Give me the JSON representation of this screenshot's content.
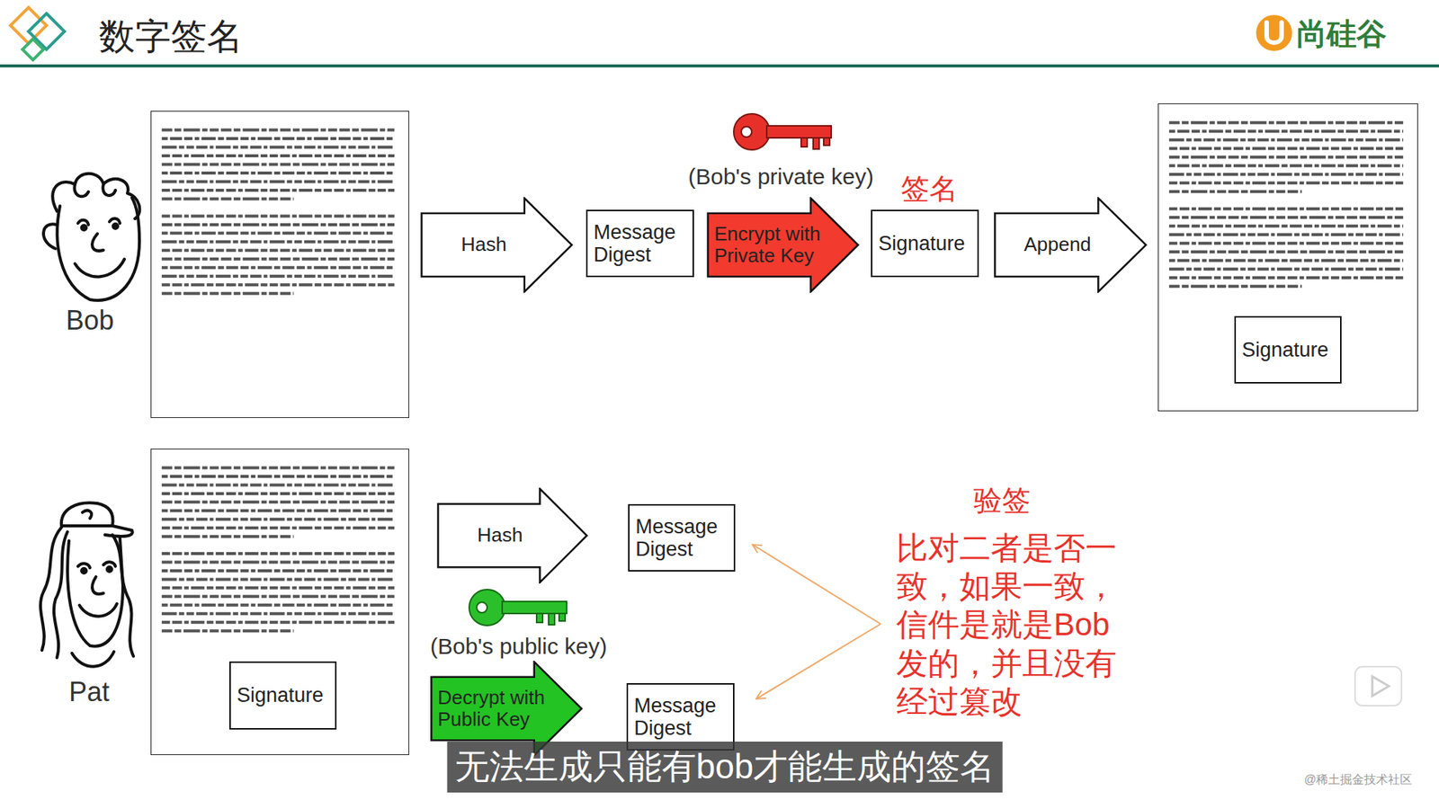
{
  "diagram": {
    "title": "数字签名",
    "caption": "无法生成只能有bob才能生成的签名",
    "nodes": [
      {
        "text": []
      },
      {
        "text": [
          "Hash"
        ]
      },
      {
        "text": [
          "Message Digest"
        ]
      },
      {
        "text": [
          "Encrypt with Private Key"
        ]
      },
      {
        "text": [
          "Signature"
        ]
      },
      {
        "text": [
          "Append"
        ]
      },
      {
        "text": []
      },
      {
        "text": [
          "Signature"
        ],
        "in": 6
      },
      {
        "text": []
      },
      {
        "text": [
          "Signature"
        ],
        "in": 8
      },
      {
        "text": [
          "Hash"
        ]
      },
      {
        "text": [
          "Message Digest"
        ]
      },
      {
        "text": [
          "Decrypt with Public Key"
        ]
      },
      {
        "text": [
          "Message Digest"
        ]
      }
    ],
    "labels": [
      "Bob",
      "(Bob's private key)",
      "签名",
      "Pat",
      "(Bob's public key)",
      "验签",
      "比对二者是否一致，如果一致，信件是就是Bob发的，并且没有经过篡改",
      "尚硅谷",
      "@稀土掘金技术社区"
    ]
  }
}
